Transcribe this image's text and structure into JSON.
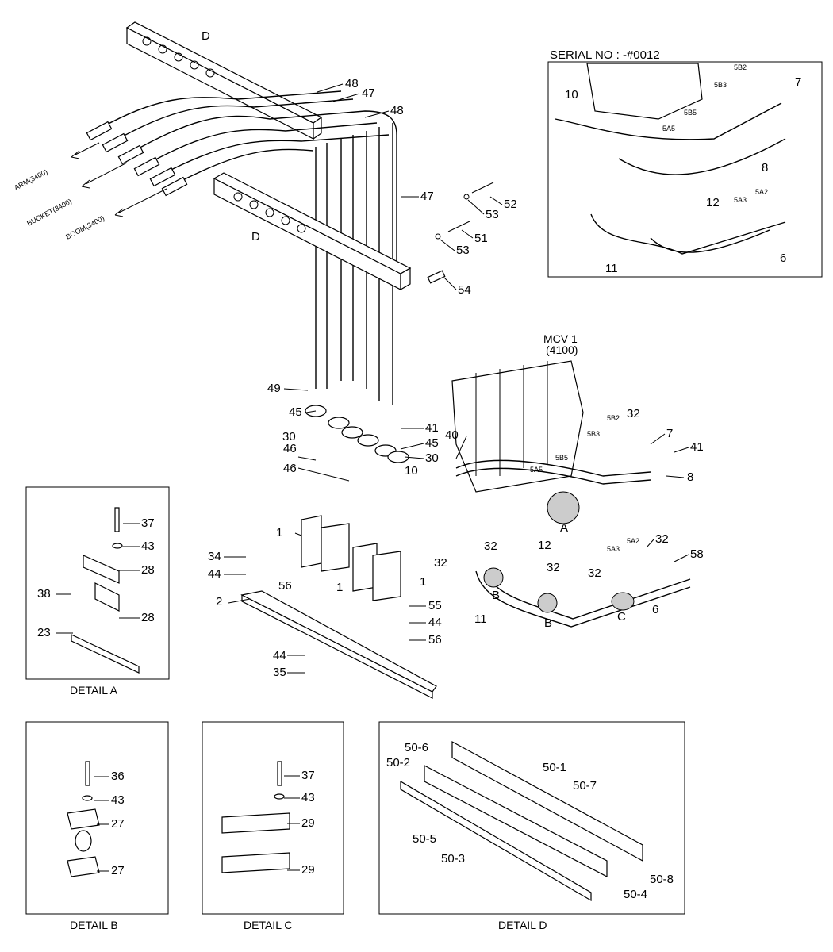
{
  "serial": "SERIAL NO : -#0012",
  "mcv": {
    "name": "MCV 1",
    "code": "(4100)"
  },
  "hoses": {
    "arm": "ARM(3400)",
    "bucket": "BUCKET(3400)",
    "boom": "BOOM(3400)"
  },
  "details": {
    "a": "DETAIL A",
    "b": "DETAIL B",
    "c": "DETAIL C",
    "d": "DETAIL D"
  },
  "ports": {
    "b2": "5B2",
    "b3": "5B3",
    "b5": "5B5",
    "a5": "5A5",
    "a3": "5A3",
    "a2": "5A2"
  },
  "ports_main": {
    "b2": "5B2",
    "b3": "5B3",
    "b5": "5B5",
    "a5": "5A5",
    "a3": "5A3",
    "a2": "5A2"
  },
  "callouts": {
    "D1": "D",
    "D2": "D",
    "c48a": "48",
    "c47a": "47",
    "c48b": "48",
    "c47b": "47",
    "c52": "52",
    "c53a": "53",
    "c51": "51",
    "c53b": "53",
    "c54": "54",
    "c49": "49",
    "c45a": "45",
    "c45b": "45",
    "c30a": "30",
    "c30b": "30",
    "c41a": "41",
    "c46a": "46",
    "c46b": "46",
    "c40": "40",
    "c10": "10",
    "c1a": "1",
    "c1b": "1",
    "c1c": "1",
    "c34": "34",
    "c44a": "44",
    "c2": "2",
    "c56a": "56",
    "c56b": "56",
    "c55": "55",
    "c44b": "44",
    "c44c": "44",
    "c35": "35",
    "c32a": "32",
    "c32b": "32",
    "c32c": "32",
    "c32d": "32",
    "c32e": "32",
    "c32f": "32",
    "c7": "7",
    "c41b": "41",
    "c8": "8",
    "cA": "A",
    "c12": "12",
    "c58": "58",
    "cB1": "B",
    "cB2": "B",
    "cC": "C",
    "c11": "11",
    "c6": "6",
    "i10": "10",
    "i7": "7",
    "i8": "8",
    "i12": "12",
    "i11": "11",
    "i6": "6",
    "a37": "37",
    "a43": "43",
    "a28a": "28",
    "a38": "38",
    "a28b": "28",
    "a23": "23",
    "b36": "36",
    "b43": "43",
    "b27a": "27",
    "b27b": "27",
    "cc37": "37",
    "cc43": "43",
    "cc29a": "29",
    "cc29b": "29",
    "d506": "50-6",
    "d501": "50-1",
    "d502": "50-2",
    "d507": "50-7",
    "d505": "50-5",
    "d503": "50-3",
    "d508": "50-8",
    "d504": "50-4"
  }
}
